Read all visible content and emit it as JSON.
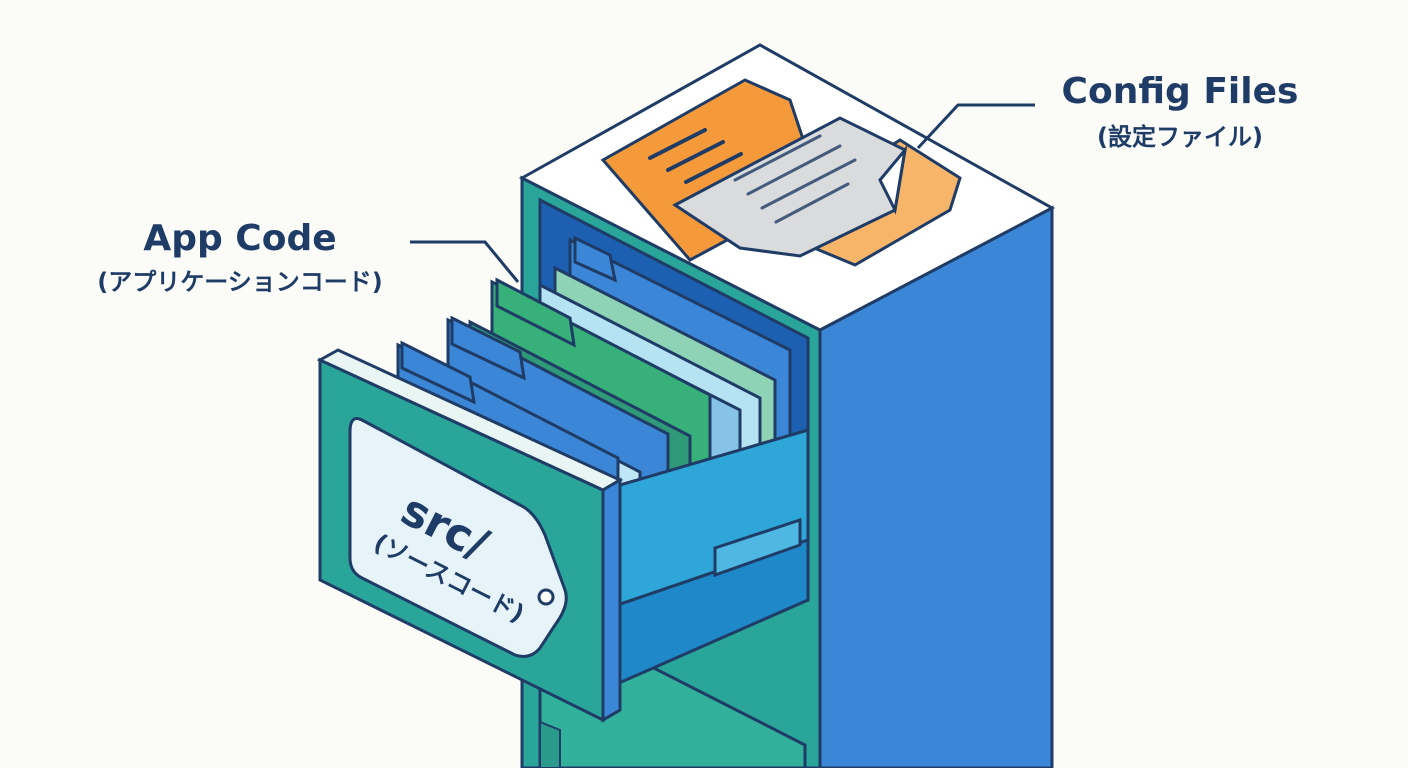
{
  "labels": {
    "config": {
      "title": "Config Files",
      "subtitle": "(設定ファイル)"
    },
    "app_code": {
      "title": "App Code",
      "subtitle": "(アプリケーションコード)"
    }
  },
  "drawer_tag": {
    "main": "src/",
    "sub": "(ソースコード)"
  },
  "colors": {
    "outline": "#1f3c66",
    "cabinet_blue": "#3b86d6",
    "cabinet_teal": "#2aa59a",
    "orange": "#f59a3b",
    "paper": "#d9dbdc",
    "background": "#fbfbf8"
  },
  "icons": [
    "filing-cabinet-icon",
    "folder-icon",
    "document-icon"
  ]
}
